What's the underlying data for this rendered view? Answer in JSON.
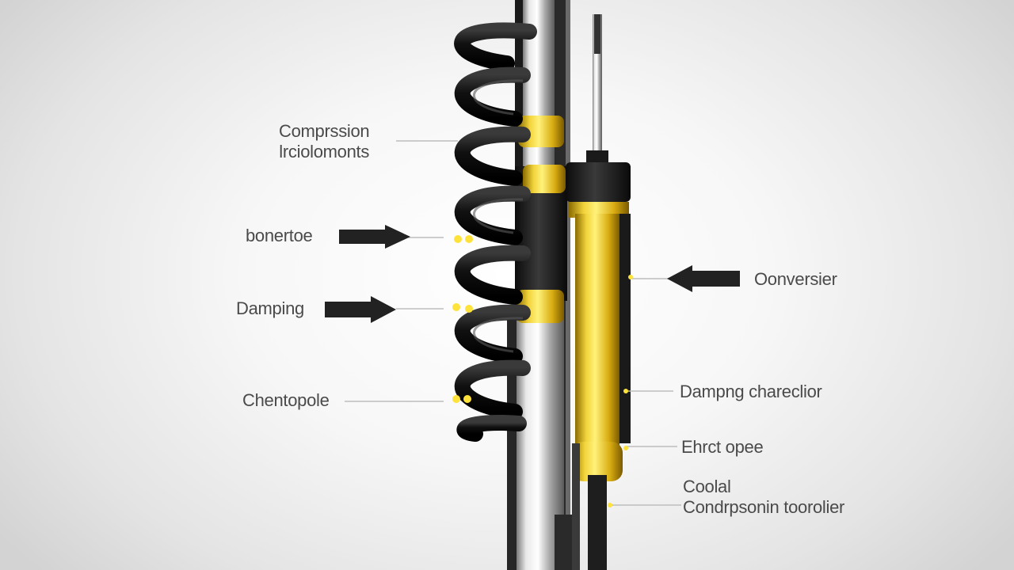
{
  "labels": {
    "compression_line1": "Comprssion",
    "compression_line2": "lrciolomonts",
    "bonertoe": "bonertoe",
    "damping": "Damping",
    "chentopole": "Chentopole",
    "oonversier": "Oonversier",
    "damping_characteristic": "Dampng chareclior",
    "ehrct_opee": "Ehrct opee",
    "coolant_line1": "Coolal",
    "coolant_line2": "Condrpsonin toorolier"
  },
  "colors": {
    "spring": "#151515",
    "chrome": "#c9c9c9",
    "gold": "#e6c21a",
    "arrow": "#222222",
    "label_text": "#4a4a4a",
    "leader_line": "#bdbdbd"
  },
  "icons": {
    "arrow": "right-arrow-icon / left-arrow-icon"
  }
}
